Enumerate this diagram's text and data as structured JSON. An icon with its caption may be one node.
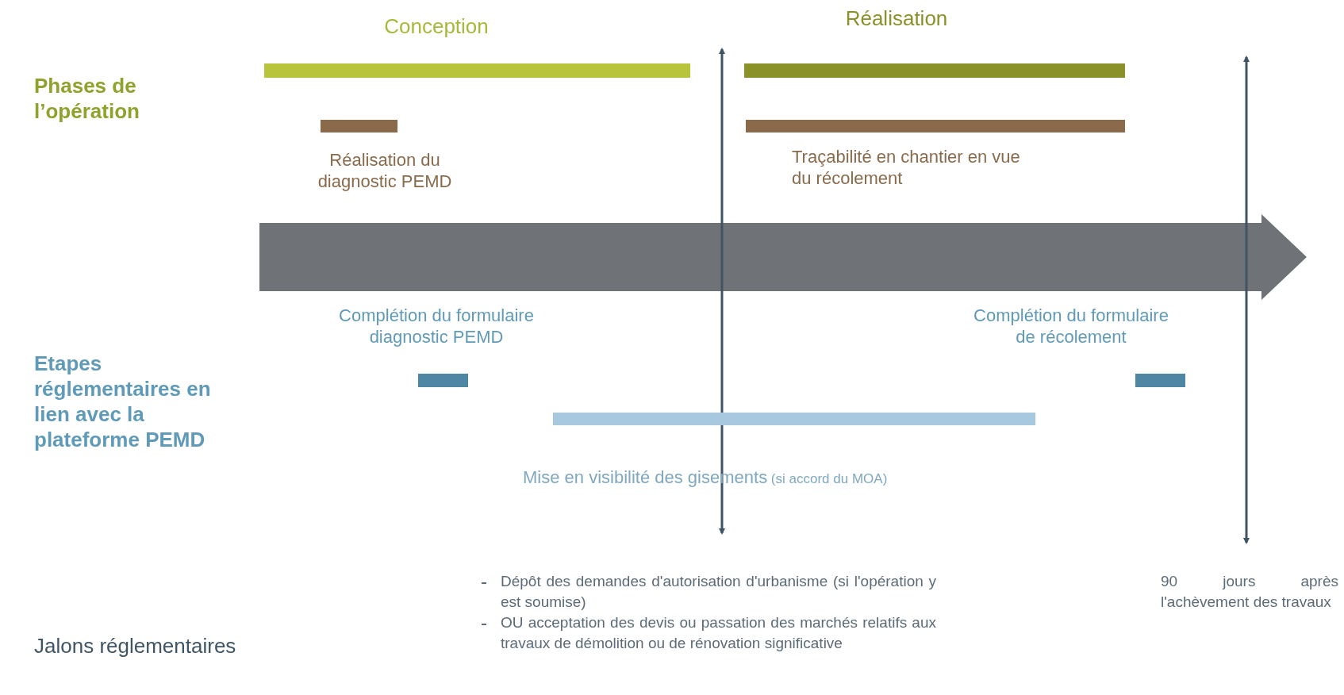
{
  "diagram": {
    "nodes": [
      {
        "text": [
          "Conception"
        ]
      },
      {
        "text": [
          "Réalisation"
        ]
      },
      {
        "text": [
          "Réalisation du diagnostic PEMD"
        ]
      },
      {
        "text": [
          "Traçabilité en chantier en vue du récolement"
        ]
      },
      {
        "text": [
          "Complétion du formulaire diagnostic PEMD"
        ]
      },
      {
        "text": [
          "Complétion du formulaire de récolement"
        ]
      },
      {
        "text": [
          "Mise en visibilité des gisements",
          "(si accord du MOA)"
        ]
      }
    ],
    "labels": [
      "Phases de l’opération",
      "Etapes réglementaires en lien avec la plateforme PEMD",
      "Jalons réglementaires",
      "Dépôt des demandes d'autorisation d'urbanisme (si l'opération y est soumise)",
      "OU acceptation des devis ou passation des marchés relatifs aux travaux de démolition ou de rénovation significative",
      "90 jours après l'achèvement des travaux"
    ]
  }
}
